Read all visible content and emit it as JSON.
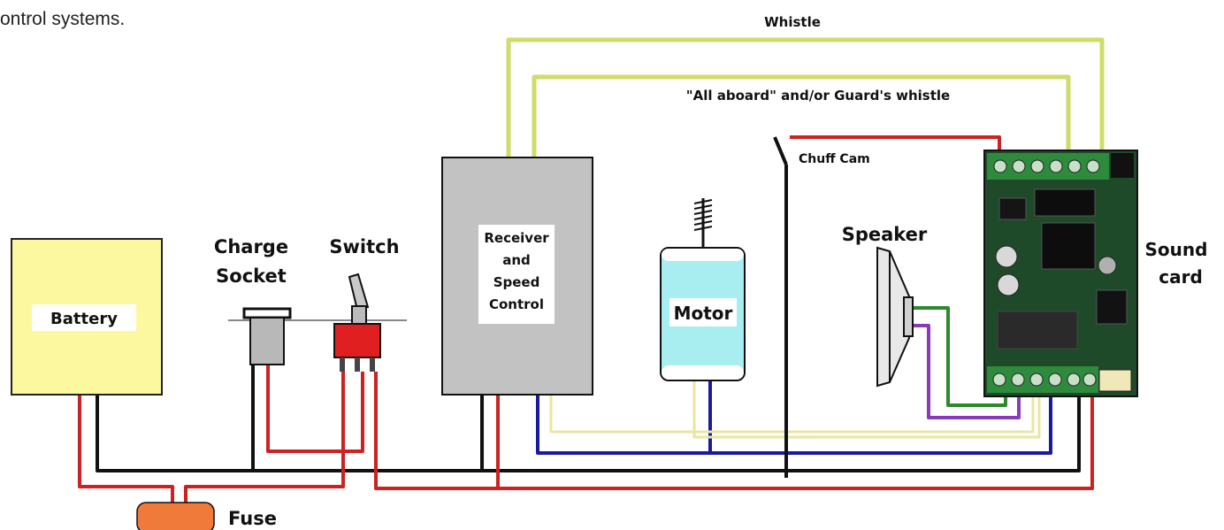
{
  "caption": "ontrol systems.",
  "labels": {
    "whistle": "Whistle",
    "all_aboard": "\"All aboard\" and/or Guard's whistle",
    "chuff_cam": "Chuff Cam",
    "battery": "Battery",
    "charge_socket_1": "Charge",
    "charge_socket_2": "Socket",
    "switch": "Switch",
    "receiver_1": "Receiver",
    "receiver_2": "and",
    "receiver_3": "Speed",
    "receiver_4": "Control",
    "motor": "Motor",
    "speaker": "Speaker",
    "sound_card_1": "Sound",
    "sound_card_2": "card",
    "fuse": "Fuse"
  },
  "colors": {
    "wire_red": "#cc2222",
    "wire_black": "#111111",
    "wire_blue": "#1a1aa0",
    "wire_yellow_green": "#cfdc6a",
    "wire_pale_yellow": "#f0e6a6",
    "wire_green": "#2c8a2c",
    "wire_purple": "#8a3ab8",
    "battery_fill": "#fbf8a0",
    "receiver_fill": "#c2c2c2",
    "motor_fill": "#a8eef0",
    "fuse_fill": "#f07a3a",
    "switch_red": "#e02020",
    "board_green": "#1f4a2a"
  }
}
